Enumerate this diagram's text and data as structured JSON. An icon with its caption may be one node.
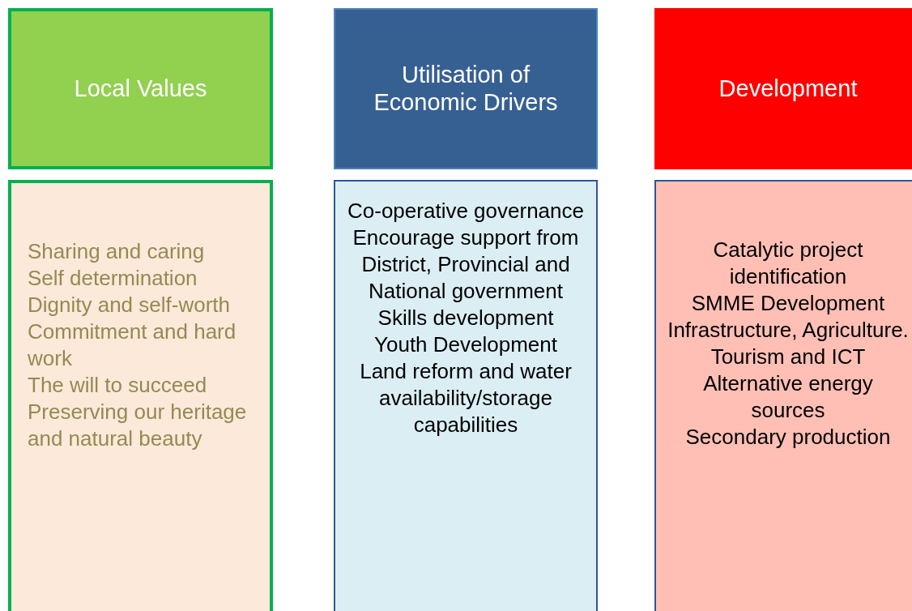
{
  "diagram": {
    "nodes": [
      {
        "text": [
          "Local Values"
        ]
      },
      {
        "text": [
          "Sharing and caring",
          "Self determination",
          "Dignity and self-worth",
          "Commitment and hard work",
          "The will to succeed",
          "Preserving our heritage and natural beauty"
        ]
      },
      {
        "text": [
          "Utilisation of Economic Drivers"
        ]
      },
      {
        "text": [
          "Co-operative governance",
          "Encourage support from District, Provincial and National government",
          "Skills development",
          "Youth Development",
          "Land reform and water availability/storage capabilities"
        ]
      },
      {
        "text": [
          "Development"
        ]
      },
      {
        "text": [
          "Catalytic project identification",
          "SMME Development",
          "Infrastructure, Agriculture. Tourism and ICT",
          "Alternative energy sources",
          "Secondary production"
        ]
      }
    ],
    "edges": []
  }
}
